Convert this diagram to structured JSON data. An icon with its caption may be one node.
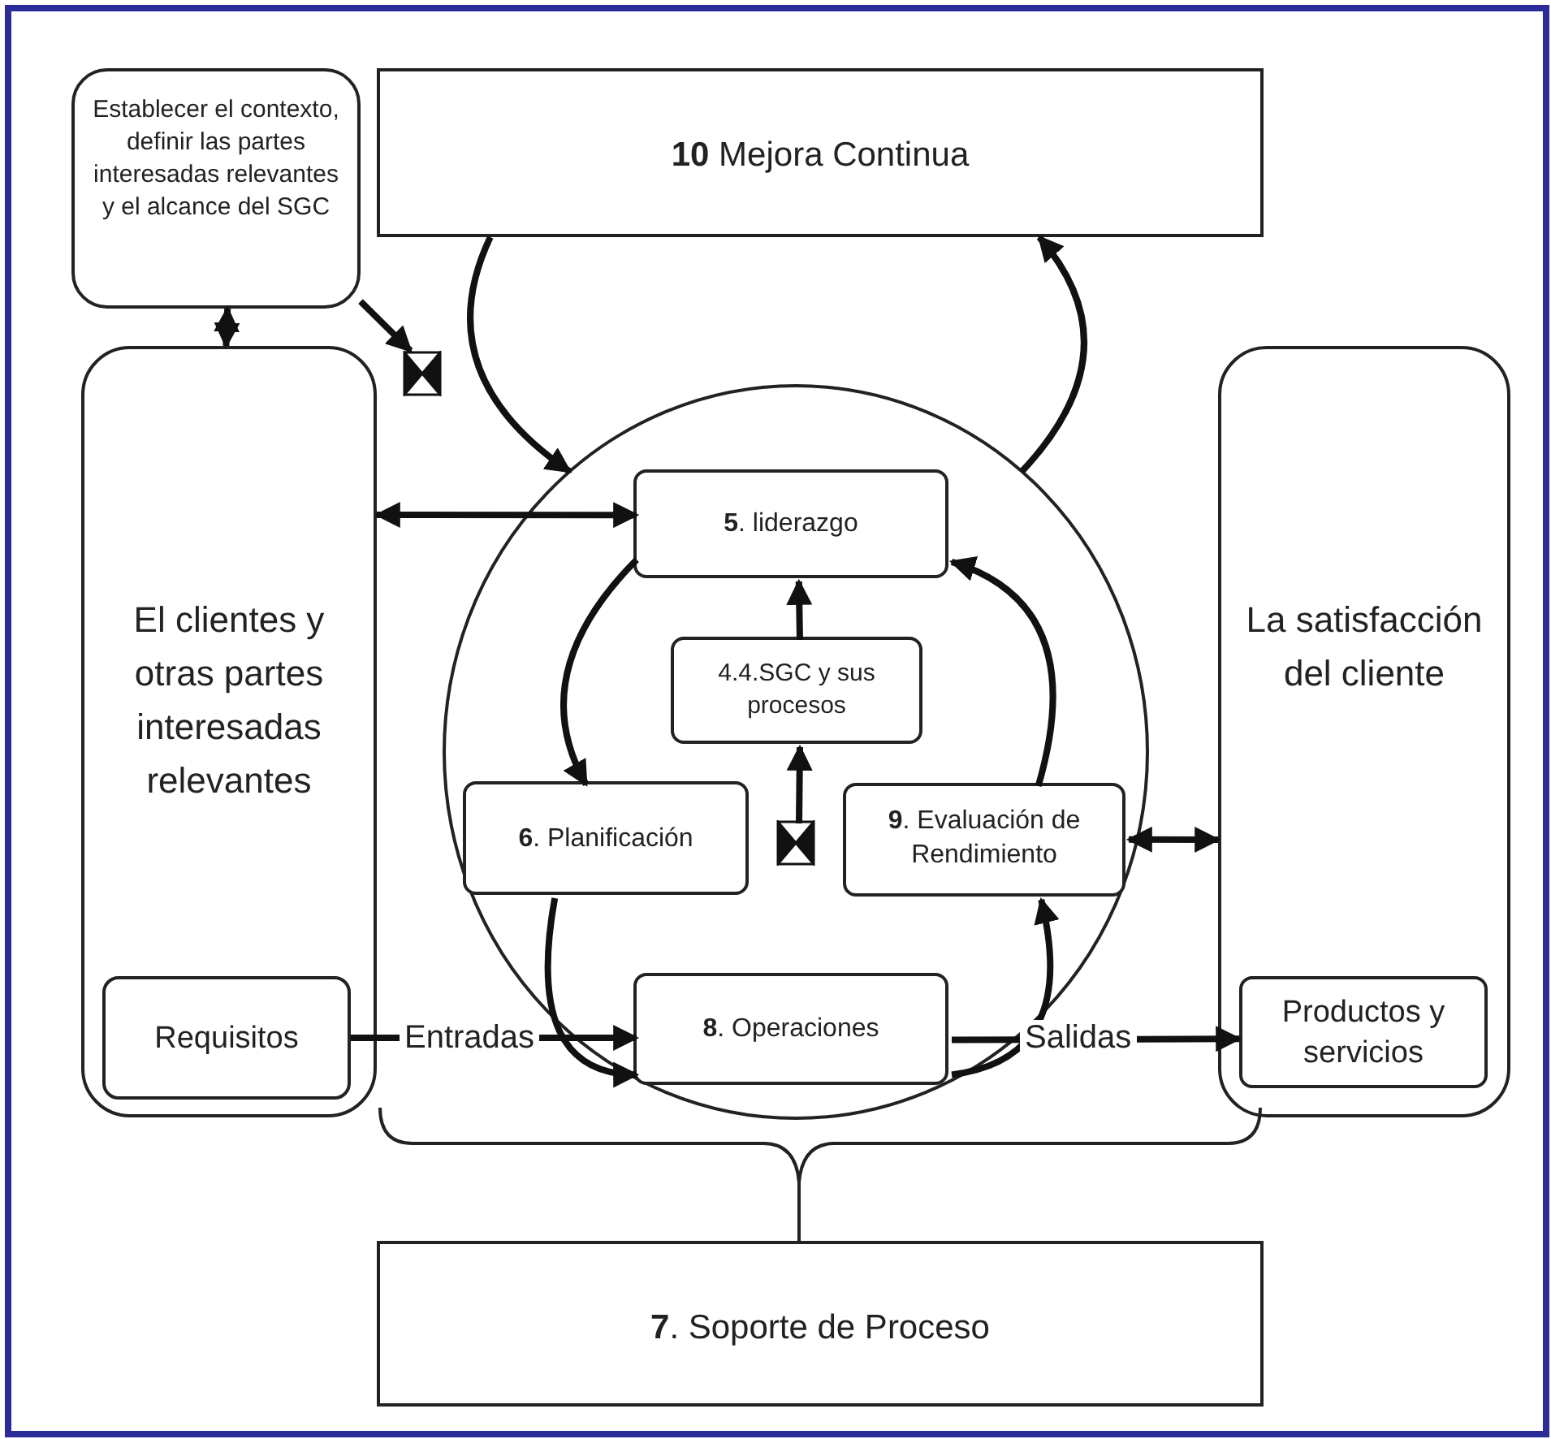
{
  "diagram": {
    "nodes": [
      {
        "text": [
          "Establecer el contexto, definir las partes interesadas relevantes y el alcance del  SGC"
        ]
      },
      {
        "text": [
          "**10** Mejora Continua"
        ]
      },
      {
        "text": [
          "El clientes y otras partes interesadas relevantes"
        ]
      },
      {
        "text": [
          "Requisitos"
        ],
        "in": 2
      },
      {
        "text": [],
        "shape": "circle"
      },
      {
        "text": [
          "**5**. liderazgo"
        ],
        "in": 4
      },
      {
        "text": [
          "4.4.SGC y sus procesos"
        ],
        "in": 4
      },
      {
        "text": [
          "**6**. Planificación"
        ],
        "in": 4
      },
      {
        "text": [
          "**9**. Evaluación de Rendimiento"
        ],
        "in": 4
      },
      {
        "text": [
          "**8**. Operaciones"
        ],
        "in": 4
      },
      {
        "text": [
          "La satisfacción del cliente"
        ]
      },
      {
        "text": [
          "Productos y servicios"
        ],
        "in": 10
      },
      {
        "text": [
          "**7**. Soporte de Proceso"
        ]
      },
      {
        "text": [],
        "shape": "bowtie"
      },
      {
        "text": [],
        "shape": "bowtie",
        "in": 4
      }
    ],
    "edges": [
      {
        "from": 0,
        "to": 2,
        "arrow": "both"
      },
      {
        "from": 0,
        "to": 13,
        "arrow": "to"
      },
      {
        "from": 2,
        "to": 5,
        "arrow": "both"
      },
      {
        "from": 1,
        "to": 4,
        "arrow": "to"
      },
      {
        "from": 4,
        "to": 1,
        "arrow": "to"
      },
      {
        "from": 5,
        "to": 7,
        "arrow": "to"
      },
      {
        "from": 7,
        "to": 9,
        "arrow": "to"
      },
      {
        "from": 9,
        "to": 8,
        "arrow": "to"
      },
      {
        "from": 8,
        "to": 5,
        "arrow": "to"
      },
      {
        "from": 6,
        "to": 5,
        "arrow": "to"
      },
      {
        "from": 14,
        "to": 6,
        "arrow": "to"
      },
      {
        "from": 8,
        "to": 10,
        "arrow": "both"
      },
      {
        "from": 3,
        "to": 9,
        "label": "Entradas",
        "arrow": "to"
      },
      {
        "from": 9,
        "to": 11,
        "label": "Salidas",
        "arrow": "to"
      }
    ]
  }
}
